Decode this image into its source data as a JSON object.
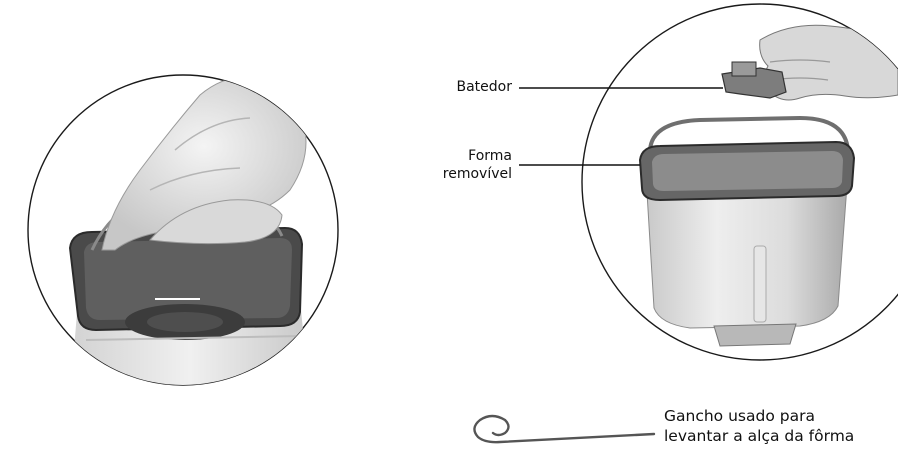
{
  "labels": {
    "batedor": "Batedor",
    "forma_line1": "Forma",
    "forma_line2": "removível",
    "gancho_line1": "Gancho usado para",
    "gancho_line2": "levantar a alça da fôrma"
  }
}
